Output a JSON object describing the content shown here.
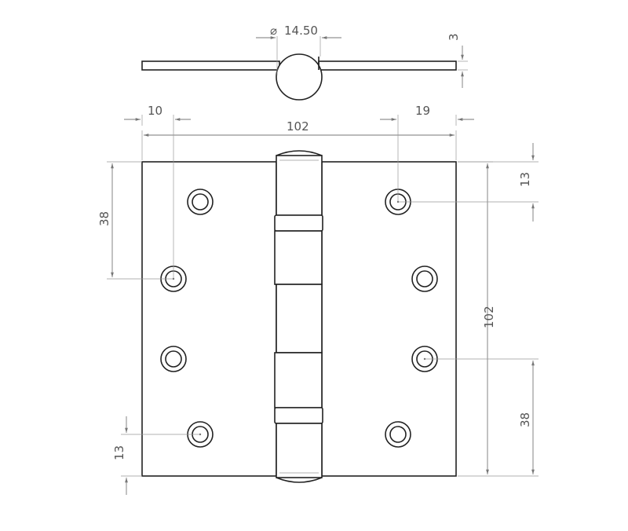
{
  "drawing": {
    "subject": "",
    "dimensions": {
      "pin_diameter": "14.50",
      "leaf_thickness": "3",
      "left_edge_offset": "10",
      "right_edge_offset": "19",
      "overall_width": "102",
      "overall_height": "102",
      "hole_spacing_left": "38",
      "hole_spacing_right": "38",
      "top_offset": "13",
      "bottom_offset": "13"
    },
    "symbols": {
      "diameter": "⌀"
    },
    "colors": {
      "line": "#222222",
      "dimension": "#777777",
      "text": "#555555",
      "background": "#ffffff"
    }
  }
}
